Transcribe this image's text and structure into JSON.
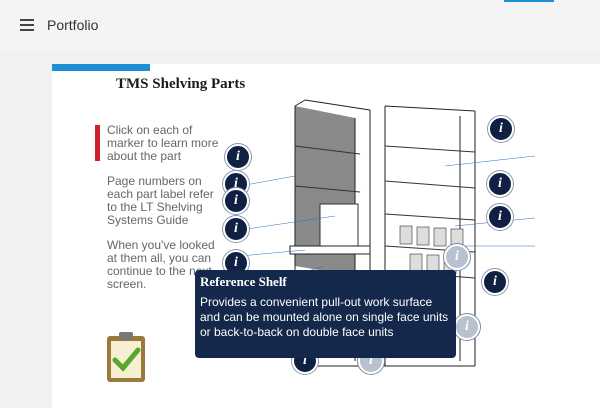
{
  "header": {
    "menu_icon": "hamburger-icon",
    "title": "Portfolio"
  },
  "page": {
    "title": "TMS Shelving Parts",
    "instructions": [
      "Click on each of marker to learn more about the part",
      "Page numbers on each part label refer to the LT Shelving Systems Guide",
      "When you've looked at them all, you can continue to the next screen."
    ]
  },
  "tooltip": {
    "title": "Reference Shelf",
    "body": "Provides a convenient pull-out work surface and can be mounted alone on single face units or back-to-back on double face units"
  },
  "markers": {
    "icon": "info-icon",
    "glyph": "i"
  },
  "clipboard": {
    "icon": "clipboard-check-icon"
  },
  "colors": {
    "accent": "#1d8fd6",
    "navy": "#13284a",
    "red": "#d0202e"
  }
}
